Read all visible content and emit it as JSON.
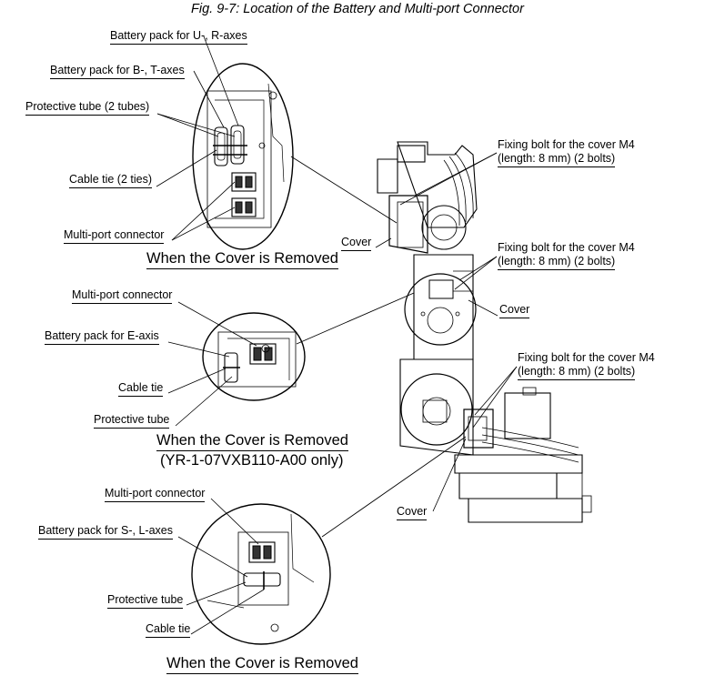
{
  "figure": {
    "title": "Fig. 9-7: Location of the Battery and Multi-port Connector"
  },
  "detail_top": {
    "battery_ur": "Battery pack for U-, R-axes",
    "battery_bt": "Battery pack for B-, T-axes",
    "protective_tube": "Protective tube (2 tubes)",
    "cable_tie": "Cable tie (2 ties)",
    "multiport": "Multi-port connector",
    "caption": "When the Cover is Removed"
  },
  "detail_middle": {
    "multiport": "Multi-port connector",
    "battery_e": "Battery pack for E-axis",
    "cable_tie": "Cable tie",
    "protective_tube": "Protective tube",
    "caption": "When the Cover is Removed",
    "caption_note": "(YR-1-07VXB110-A00 only)"
  },
  "detail_bottom": {
    "multiport": "Multi-port connector",
    "battery_sl": "Battery pack for S-, L-axes",
    "protective_tube": "Protective tube",
    "cable_tie": "Cable tie",
    "caption": "When the Cover is Removed"
  },
  "robot": {
    "bolt_top_1": "Fixing bolt for the cover M4",
    "bolt_top_2": "(length: 8 mm) (2 bolts)",
    "cover_top": "Cover",
    "bolt_mid_1": "Fixing bolt for the cover M4",
    "bolt_mid_2": "(length: 8 mm) (2 bolts)",
    "cover_mid": "Cover",
    "bolt_low_1": "Fixing bolt for the cover M4",
    "bolt_low_2": "(length: 8 mm) (2 bolts)",
    "cover_low": "Cover"
  }
}
